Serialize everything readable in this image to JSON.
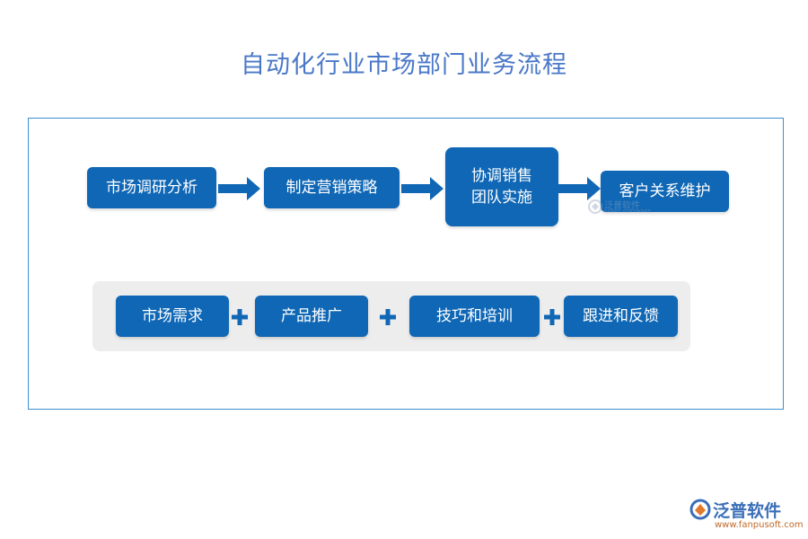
{
  "title": "自动化行业市场部门业务流程",
  "flow": {
    "steps": [
      "市场调研分析",
      "制定营销策略",
      "协调销售\n团队实施",
      "客户关系维护"
    ]
  },
  "elements": {
    "items": [
      "市场需求",
      "产品推广",
      "技巧和培训",
      "跟进和反馈"
    ],
    "connector": "+"
  },
  "watermark": {
    "name": "泛普软件",
    "sub": "FANPU SOFTWARE"
  },
  "logo": {
    "name": "泛普软件",
    "url": "www.fanpusoft.com"
  },
  "colors": {
    "title": "#4a78c8",
    "box": "#0f67b5",
    "frame": "#3d8fd0",
    "panel": "#ededed"
  }
}
